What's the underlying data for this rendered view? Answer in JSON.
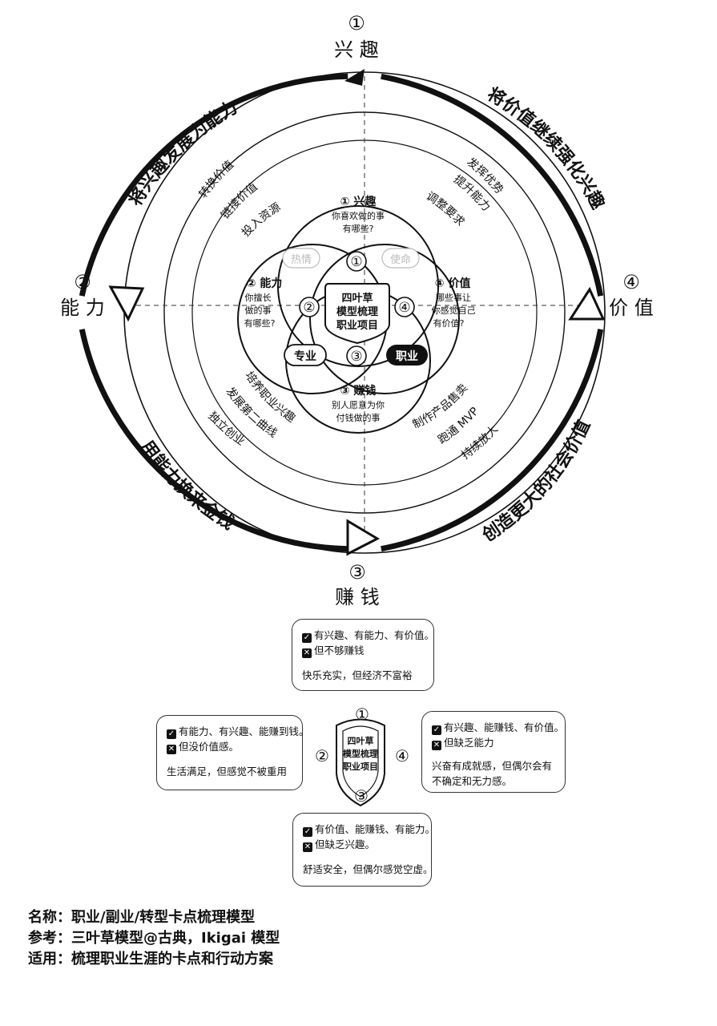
{
  "poles": {
    "top": {
      "num": "①",
      "label": "兴 趣"
    },
    "left": {
      "num": "②",
      "label": "能 力"
    },
    "bottom": {
      "num": "③",
      "label": "赚 钱"
    },
    "right": {
      "num": "④",
      "label": "价 值"
    }
  },
  "outer_arcs": {
    "top_left": "将兴趣发展为能力",
    "top_right": "将价值继续强化兴趣",
    "bottom_left": "用能力换来金钱",
    "bottom_right": "创造更大的社会价值"
  },
  "ring_actions": {
    "top_left": [
      "转换价值",
      "链接价值",
      "投入资源"
    ],
    "top_right": [
      "发挥优势",
      "提升能力",
      "调整要求"
    ],
    "bottom_left": [
      "培养职业兴趣",
      "发展第二曲线",
      "独立创业"
    ],
    "bottom_right": [
      "制作产品售卖",
      "跑通 MVP",
      "持续放大"
    ]
  },
  "circles": {
    "top": {
      "title": "① 兴趣",
      "lines": [
        "你喜欢做的事",
        "有哪些?"
      ]
    },
    "left": {
      "title": "② 能力",
      "lines": [
        "你擅长",
        "做的事",
        "有哪些?"
      ]
    },
    "bottom": {
      "title": "③ 赚钱",
      "lines": [
        "别人愿意为你",
        "付钱做的事"
      ]
    },
    "right": {
      "title": "④ 价值",
      "lines": [
        "哪些事让",
        "你感觉自己",
        "有价值?"
      ]
    }
  },
  "center": {
    "lines": [
      "四叶草",
      "模型梳理",
      "职业项目"
    ]
  },
  "intersection_numbers": [
    "①",
    "②",
    "③",
    "④"
  ],
  "petal_labels": {
    "top_left": "热情",
    "top_right": "使命",
    "bottom_left": "专业",
    "bottom_right": "职业"
  },
  "cards": {
    "top": {
      "yes": "有兴趣、有能力、有价值。",
      "no": "但不够赚钱",
      "summary": "快乐充实，但经济不富裕"
    },
    "left": {
      "yes": "有能力、有兴趣、能赚到钱。",
      "no": "但没价值感。",
      "summary": "生活满足，但感觉不被重用"
    },
    "right": {
      "yes": "有兴趣、能赚钱、有价值。",
      "no": "但缺乏能力",
      "summary_lines": [
        "兴奋有成就感，但偶尔会有",
        "不确定和无力感。"
      ]
    },
    "bottom": {
      "yes": "有价值、能赚钱、有能力。",
      "no": "但缺乏兴趣。",
      "summary": "舒适安全，但偶尔感觉空虚。"
    }
  },
  "marks": {
    "yes": "✓",
    "no": "✕"
  },
  "footer": {
    "name": "名称：职业/副业/转型卡点梳理模型",
    "ref": "参考：三叶草模型@古典，Ikigai 模型",
    "use": "适用：梳理职业生涯的卡点和行动方案"
  }
}
